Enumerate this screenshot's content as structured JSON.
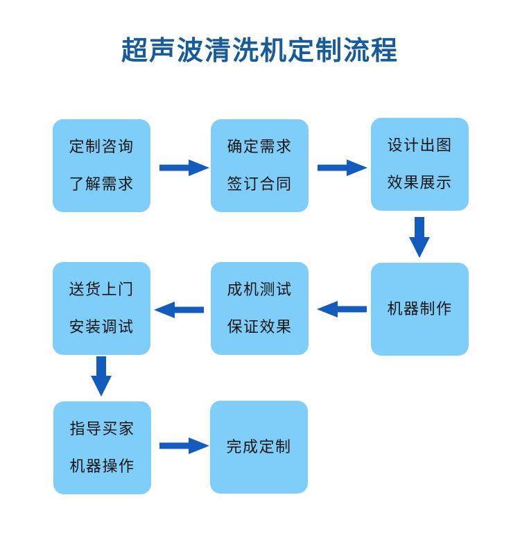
{
  "title": "超声波清洗机定制流程",
  "colors": {
    "title": "#175c99",
    "box_fill": "#7ecef9",
    "box_text": "#141414",
    "arrow": "#135cbe"
  },
  "steps": [
    {
      "id": 1,
      "line1": "定制咨询",
      "line2": "了解需求"
    },
    {
      "id": 2,
      "line1": "确定需求",
      "line2": "签订合同"
    },
    {
      "id": 3,
      "line1": "设计出图",
      "line2": "效果展示"
    },
    {
      "id": 4,
      "line1": "机器制作"
    },
    {
      "id": 5,
      "line1": "成机测试",
      "line2": "保证效果"
    },
    {
      "id": 6,
      "line1": "送货上门",
      "line2": "安装调试"
    },
    {
      "id": 7,
      "line1": "指导买家",
      "line2": "机器操作"
    },
    {
      "id": 8,
      "line1": "完成定制"
    }
  ],
  "connections": [
    {
      "from": 1,
      "to": 2,
      "direction": "right"
    },
    {
      "from": 2,
      "to": 3,
      "direction": "right"
    },
    {
      "from": 3,
      "to": 4,
      "direction": "down"
    },
    {
      "from": 4,
      "to": 5,
      "direction": "left"
    },
    {
      "from": 5,
      "to": 6,
      "direction": "left"
    },
    {
      "from": 6,
      "to": 7,
      "direction": "down"
    },
    {
      "from": 7,
      "to": 8,
      "direction": "right"
    }
  ]
}
